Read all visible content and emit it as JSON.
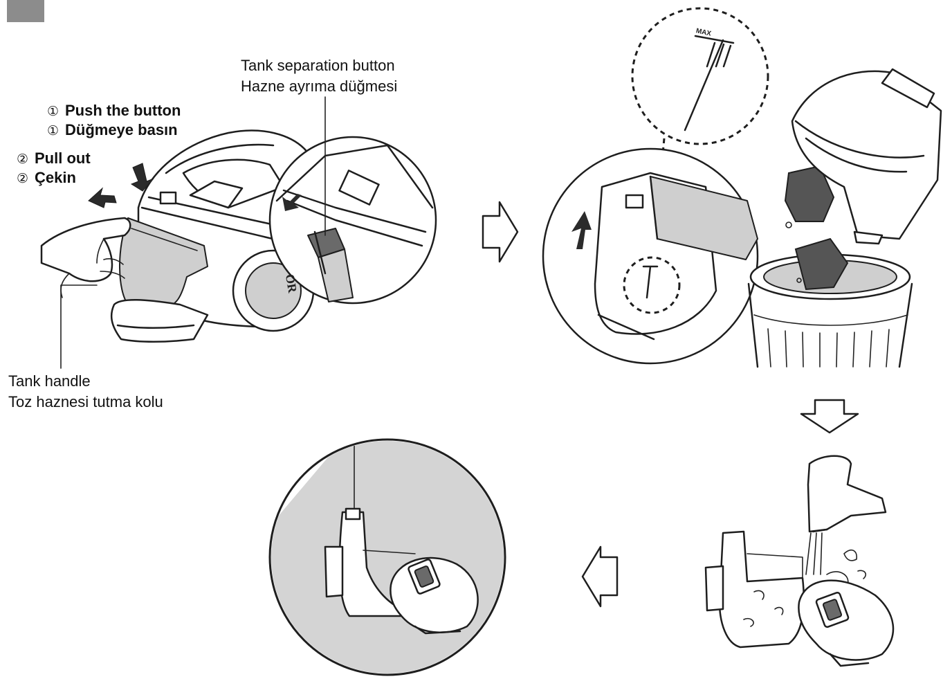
{
  "step1": {
    "push_num": "①",
    "push_en": "Push the button",
    "push_tr_num": "①",
    "push_tr": "Düğmeye basın",
    "pull_num": "②",
    "pull_en": "Pull out",
    "pull_tr_num": "②",
    "pull_tr": "Çekin",
    "separation_en": "Tank separation button",
    "separation_tr": "Hazne ayrıma düğmesi",
    "handle_en": "Tank handle",
    "handle_tr": "Toz haznesi tutma kolu"
  },
  "step2": {
    "max_mark": "MAX"
  },
  "colors": {
    "ink": "#1e1e1e",
    "tank_gray": "#cfcfcf",
    "debris": "#555555",
    "corner_square": "#8c8c8c"
  }
}
